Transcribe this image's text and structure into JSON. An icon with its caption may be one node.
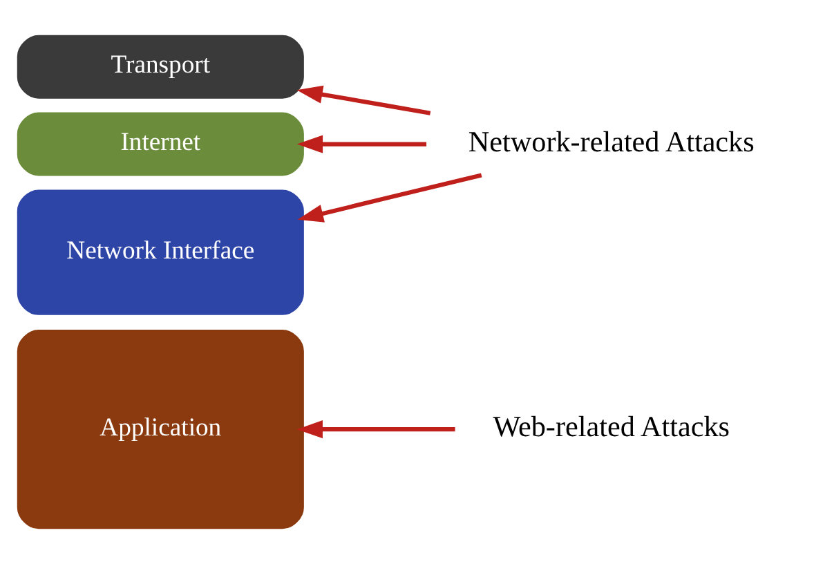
{
  "diagram": {
    "nodes": [
      {
        "text": [
          "Application"
        ]
      },
      {
        "text": [
          "Transport"
        ]
      },
      {
        "text": [
          "Internet"
        ]
      },
      {
        "text": [
          "Network Interface"
        ]
      },
      {
        "text": [
          "Web-related Attacks"
        ]
      },
      {
        "text": [
          "Network-related Attacks"
        ]
      }
    ],
    "edges": [
      {
        "from": 4,
        "to": 0,
        "arrow": "to"
      },
      {
        "from": 5,
        "to": 1,
        "arrow": "to"
      },
      {
        "from": 5,
        "to": 2,
        "arrow": "to"
      },
      {
        "from": 5,
        "to": 3,
        "arrow": "to"
      }
    ]
  }
}
